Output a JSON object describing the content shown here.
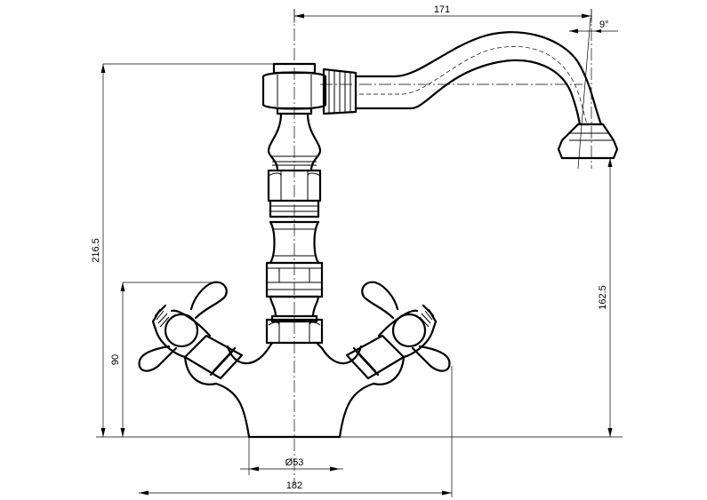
{
  "dimensions": {
    "spout_reach": "171",
    "spout_angle": "9°",
    "total_height": "216.5",
    "spout_outlet_height": "162.5",
    "handle_height": "90",
    "base_diameter": "Ø53",
    "overall_width": "182"
  }
}
